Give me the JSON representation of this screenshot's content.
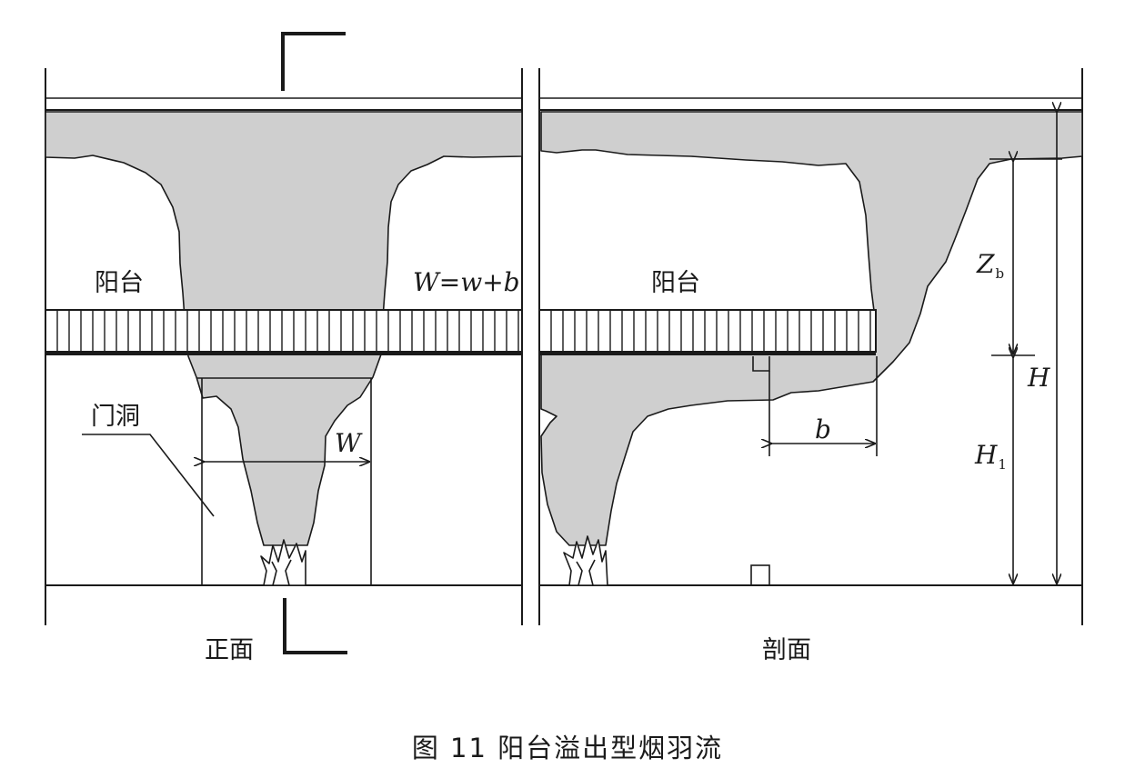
{
  "front_view": {
    "balcony_label": "阳台",
    "width_formula": "W=w+b",
    "door_label": "门洞",
    "width_dim_label": "W",
    "view_label": "正面"
  },
  "section_view": {
    "balcony_label": "阳台",
    "depth_dim_label": "b",
    "zb_label": "Z",
    "zb_subscript": "b",
    "h_label": "H",
    "h1_label": "H",
    "h1_subscript": "1",
    "view_label": "剖面"
  },
  "caption": "图 11   阳台溢出型烟羽流"
}
